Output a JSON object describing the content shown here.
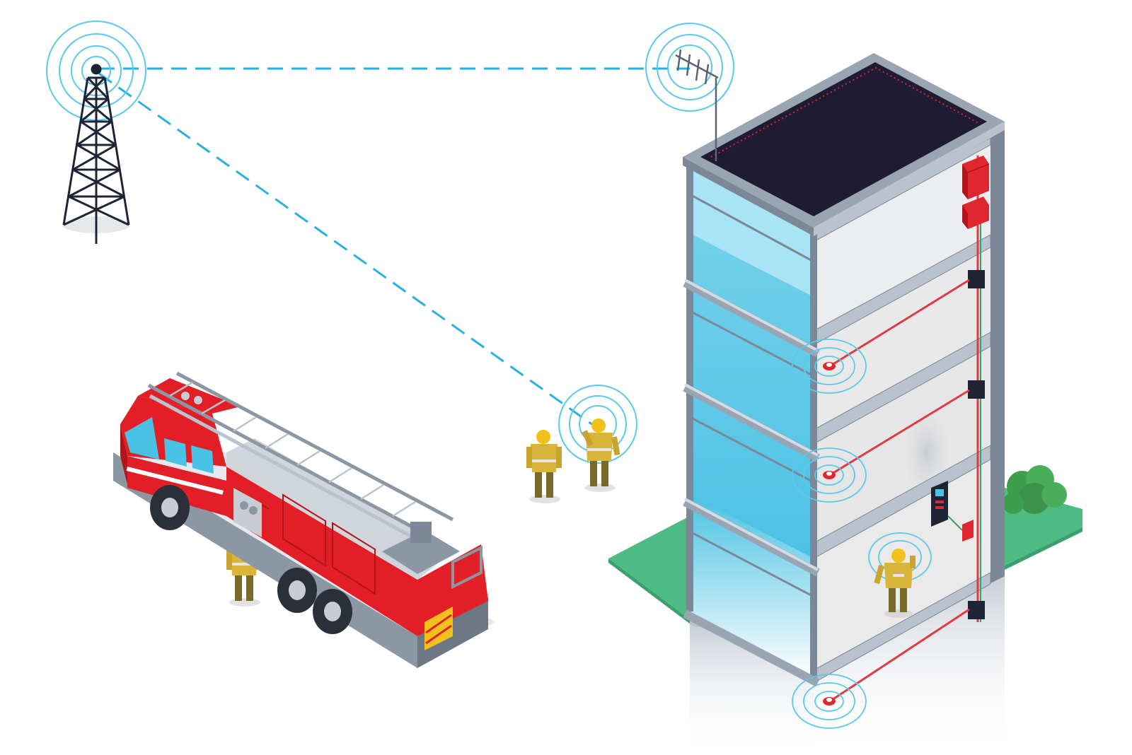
{
  "diagram": {
    "title": "",
    "caption": "",
    "nodes": [
      {
        "id": "cell-tower",
        "icon": "tower-icon"
      },
      {
        "id": "donor-antenna",
        "icon": "yagi-antenna-icon"
      },
      {
        "id": "bda-amplifier",
        "icon": "amplifier-icon"
      },
      {
        "id": "bda-battery",
        "icon": "battery-unit-icon"
      },
      {
        "id": "annunciator-panel",
        "icon": "control-panel-icon"
      },
      {
        "id": "fire-truck",
        "icon": "fire-truck-icon"
      },
      {
        "id": "firefighter-outdoor",
        "icon": "firefighter-icon"
      },
      {
        "id": "firefighter-radio",
        "icon": "firefighter-radio-icon"
      },
      {
        "id": "firefighter-truck",
        "icon": "firefighter-icon"
      },
      {
        "id": "firefighter-indoor",
        "icon": "firefighter-radio-icon"
      },
      {
        "id": "indoor-antenna-floor-3",
        "icon": "ceiling-antenna-icon"
      },
      {
        "id": "indoor-antenna-floor-2",
        "icon": "ceiling-antenna-icon"
      },
      {
        "id": "indoor-antenna-floor-1",
        "icon": "ceiling-antenna-icon"
      }
    ],
    "links": [
      {
        "from": "cell-tower",
        "to": "donor-antenna",
        "style": "dashed",
        "kind": "wireless"
      },
      {
        "from": "cell-tower",
        "to": "firefighter-radio",
        "style": "dashed",
        "kind": "wireless"
      },
      {
        "from": "indoor-antenna-floor-2",
        "to": "firefighter-indoor",
        "style": "dashed",
        "kind": "wireless"
      },
      {
        "from": "bda-amplifier",
        "to": "indoor-antenna-floor-3",
        "style": "solid",
        "kind": "cable"
      },
      {
        "from": "bda-amplifier",
        "to": "indoor-antenna-floor-2",
        "style": "solid",
        "kind": "cable"
      },
      {
        "from": "bda-amplifier",
        "to": "indoor-antenna-floor-1",
        "style": "solid",
        "kind": "cable"
      }
    ]
  },
  "colors": {
    "signal": "#2ab0e0",
    "signal_ring": "#5cc8ec",
    "roof": "#1e1b33",
    "glass_light": "#a8e4f4",
    "glass": "#49c2e3",
    "frame": "#7c8797",
    "frame_light": "#b9c2cd",
    "floor": "#e9e9e9",
    "cable": "#e03a43",
    "equipment": "#e0262e",
    "equipment_dark": "#b0151c",
    "grass": "#4dbb83",
    "grass_edge": "#3aa06e",
    "truck_red": "#e21f26",
    "truck_grey": "#8c97a4",
    "gear_yellow": "#d9b53a",
    "gear_dark": "#7a6a2a",
    "helmet": "#f2c21a"
  }
}
